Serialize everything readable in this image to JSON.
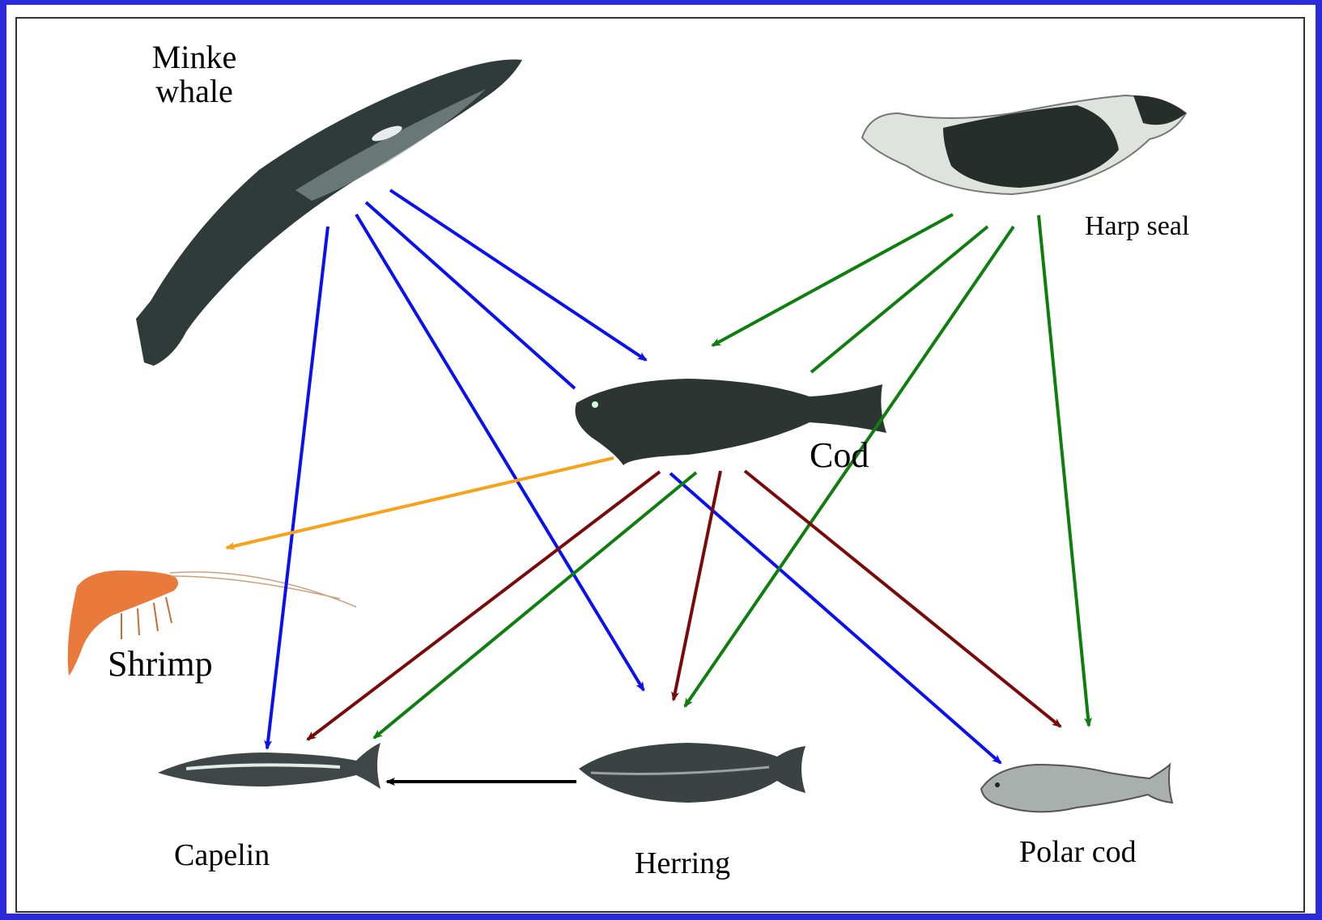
{
  "colors": {
    "background_border": "#2a2ad8",
    "minke_links": "#0a10f0",
    "seal_links": "#0e7f0e",
    "cod_links_maroon": "#7a0a0a",
    "cod_to_shrimp": "#f7a21b",
    "herring_to_capelin": "#000000"
  },
  "nodes": {
    "minke": {
      "label": "Minke\nwhale",
      "icon": "whale-icon"
    },
    "seal": {
      "label": "Harp seal",
      "icon": "seal-icon"
    },
    "cod": {
      "label": "Cod",
      "icon": "cod-icon"
    },
    "shrimp": {
      "label": "Shrimp",
      "icon": "shrimp-icon"
    },
    "capelin": {
      "label": "Capelin",
      "icon": "capelin-icon"
    },
    "herring": {
      "label": "Herring",
      "icon": "herring-icon"
    },
    "polar": {
      "label": "Polar cod",
      "icon": "polar-cod-icon"
    }
  },
  "edges": [
    {
      "from": "minke",
      "to": "capelin",
      "color": "minke_links"
    },
    {
      "from": "minke",
      "to": "herring",
      "color": "minke_links"
    },
    {
      "from": "minke",
      "to": "cod",
      "color": "minke_links"
    },
    {
      "from": "minke",
      "to": "polar",
      "color": "minke_links"
    },
    {
      "from": "seal",
      "to": "cod",
      "color": "seal_links"
    },
    {
      "from": "seal",
      "to": "capelin",
      "color": "seal_links"
    },
    {
      "from": "seal",
      "to": "herring",
      "color": "seal_links"
    },
    {
      "from": "seal",
      "to": "polar",
      "color": "seal_links"
    },
    {
      "from": "cod",
      "to": "shrimp",
      "color": "cod_to_shrimp"
    },
    {
      "from": "cod",
      "to": "capelin",
      "color": "cod_links_maroon"
    },
    {
      "from": "cod",
      "to": "herring",
      "color": "cod_links_maroon"
    },
    {
      "from": "cod",
      "to": "polar",
      "color": "cod_links_maroon"
    },
    {
      "from": "herring",
      "to": "capelin",
      "color": "herring_to_capelin"
    }
  ]
}
